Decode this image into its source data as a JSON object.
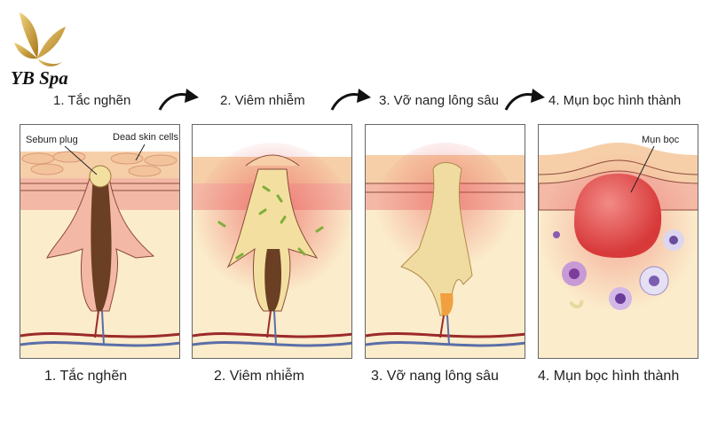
{
  "brand": {
    "name": "YB Spa"
  },
  "stages": [
    {
      "label": "1. Tắc nghẽn"
    },
    {
      "label": "2. Viêm nhiễm"
    },
    {
      "label": "3. Vỡ nang lông sâu"
    },
    {
      "label": "4. Mụn bọc hình thành"
    }
  ],
  "annotations": {
    "sebum_plug": "Sebum plug",
    "dead_skin_cells": "Dead skin cells",
    "cyst": "Mụn bọc"
  },
  "colors": {
    "logo_gold": "#c99a2e",
    "skin_top": "#f6cfa9",
    "dermis": "#fbeccb",
    "inflammation": "#e84a4a"
  }
}
